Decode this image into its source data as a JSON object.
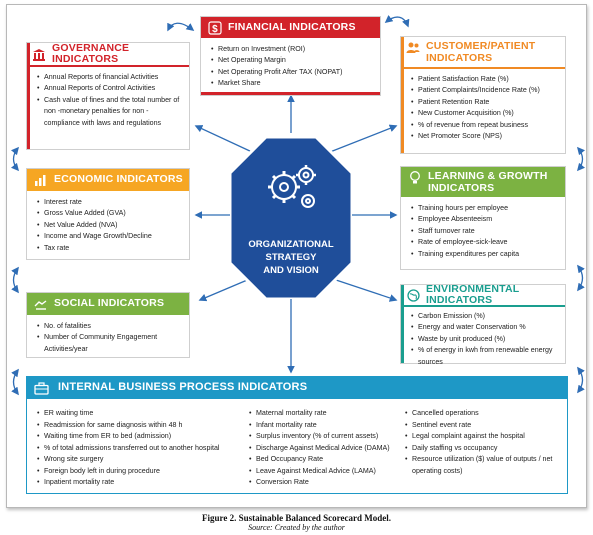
{
  "center": {
    "line1": "ORGANIZATIONAL",
    "line2": "STRATEGY",
    "line3": "AND VISION"
  },
  "financial": {
    "title": "FINANCIAL INDICATORS",
    "items": [
      "Return on Investment (ROI)",
      "Net Operating Margin",
      "Net Operating Profit After TAX (NOPAT)",
      "Market Share"
    ]
  },
  "governance": {
    "title": "GOVERNANCE INDICATORS",
    "items": [
      "Annual Reports of financial Activities",
      "Annual Reports of Control Activities",
      "Cash value of fines and the total number of non -monetary penalties for non -compliance with laws and regulations"
    ]
  },
  "customer": {
    "title_line1": "CUSTOMER/PATIENT",
    "title_line2": "INDICATORS",
    "items": [
      "Patient Satisfaction Rate (%)",
      "Patient Complaints/Incidence Rate (%)",
      "Patient Retention Rate",
      "New Customer Acquisition (%)",
      "% of revenue from repeat business",
      "Net Promoter Score (NPS)"
    ]
  },
  "economic": {
    "title": "ECONOMIC INDICATORS",
    "items": [
      "Interest rate",
      "Gross Value Added (GVA)",
      "Net Value Added (NVA)",
      "Income and Wage Growth/Decline",
      "Tax rate"
    ]
  },
  "learning": {
    "title_line1": "LEARNING & GROWTH",
    "title_line2": "INDICATORS",
    "items": [
      "Training hours per employee",
      "Employee Absenteeism",
      "Staff turnover rate",
      "Rate of employee-sick-leave",
      "Training expenditures per capita"
    ]
  },
  "social": {
    "title": "SOCIAL INDICATORS",
    "items": [
      "No. of fatalities",
      "Number of Community Engagement Activities/year"
    ]
  },
  "environmental": {
    "title": "ENVIRONMENTAL INDICATORS",
    "items": [
      "Carbon Emission (%)",
      "Energy and water Conservation %",
      "Waste by unit produced (%)",
      "% of energy in kwh from renewable energy sources"
    ]
  },
  "ibp": {
    "title": "INTERNAL BUSINESS PROCESS INDICATORS",
    "col1": [
      "ER waiting time",
      "Readmission for same diagnosis within 48 h",
      "Waiting time from ER to bed (admission)",
      "% of total admissions transferred out to another hospital",
      "Wrong site surgery",
      "Foreign body left in during procedure",
      "Inpatient mortality rate"
    ],
    "col2": [
      "Maternal mortality rate",
      "Infant mortality rate",
      "Surplus inventory (% of current assets)",
      "Discharge Against Medical Advice (DAMA)",
      "Bed Occupancy Rate",
      "Leave Against Medical Advice (LAMA)",
      "Conversion Rate"
    ],
    "col3": [
      "Cancelled operations",
      "Sentinel event rate",
      "Legal complaint against the hospital",
      "Daily staffing vs occupancy",
      "Resource utilization ($) value of outputs / net operating costs)"
    ]
  },
  "caption": {
    "figure": "Figure 2. Sustainable Balanced Scorecard Model.",
    "source": "Source: Created by the author"
  },
  "colors": {
    "financial": "#d2232a",
    "governance": "#d2232a",
    "customer": "#f08a24",
    "economic": "#f6a623",
    "learning": "#7cb242",
    "social": "#7cb242",
    "environmental": "#1a9e8f",
    "ibp": "#1e98c6",
    "center": "#1f4e9a"
  }
}
